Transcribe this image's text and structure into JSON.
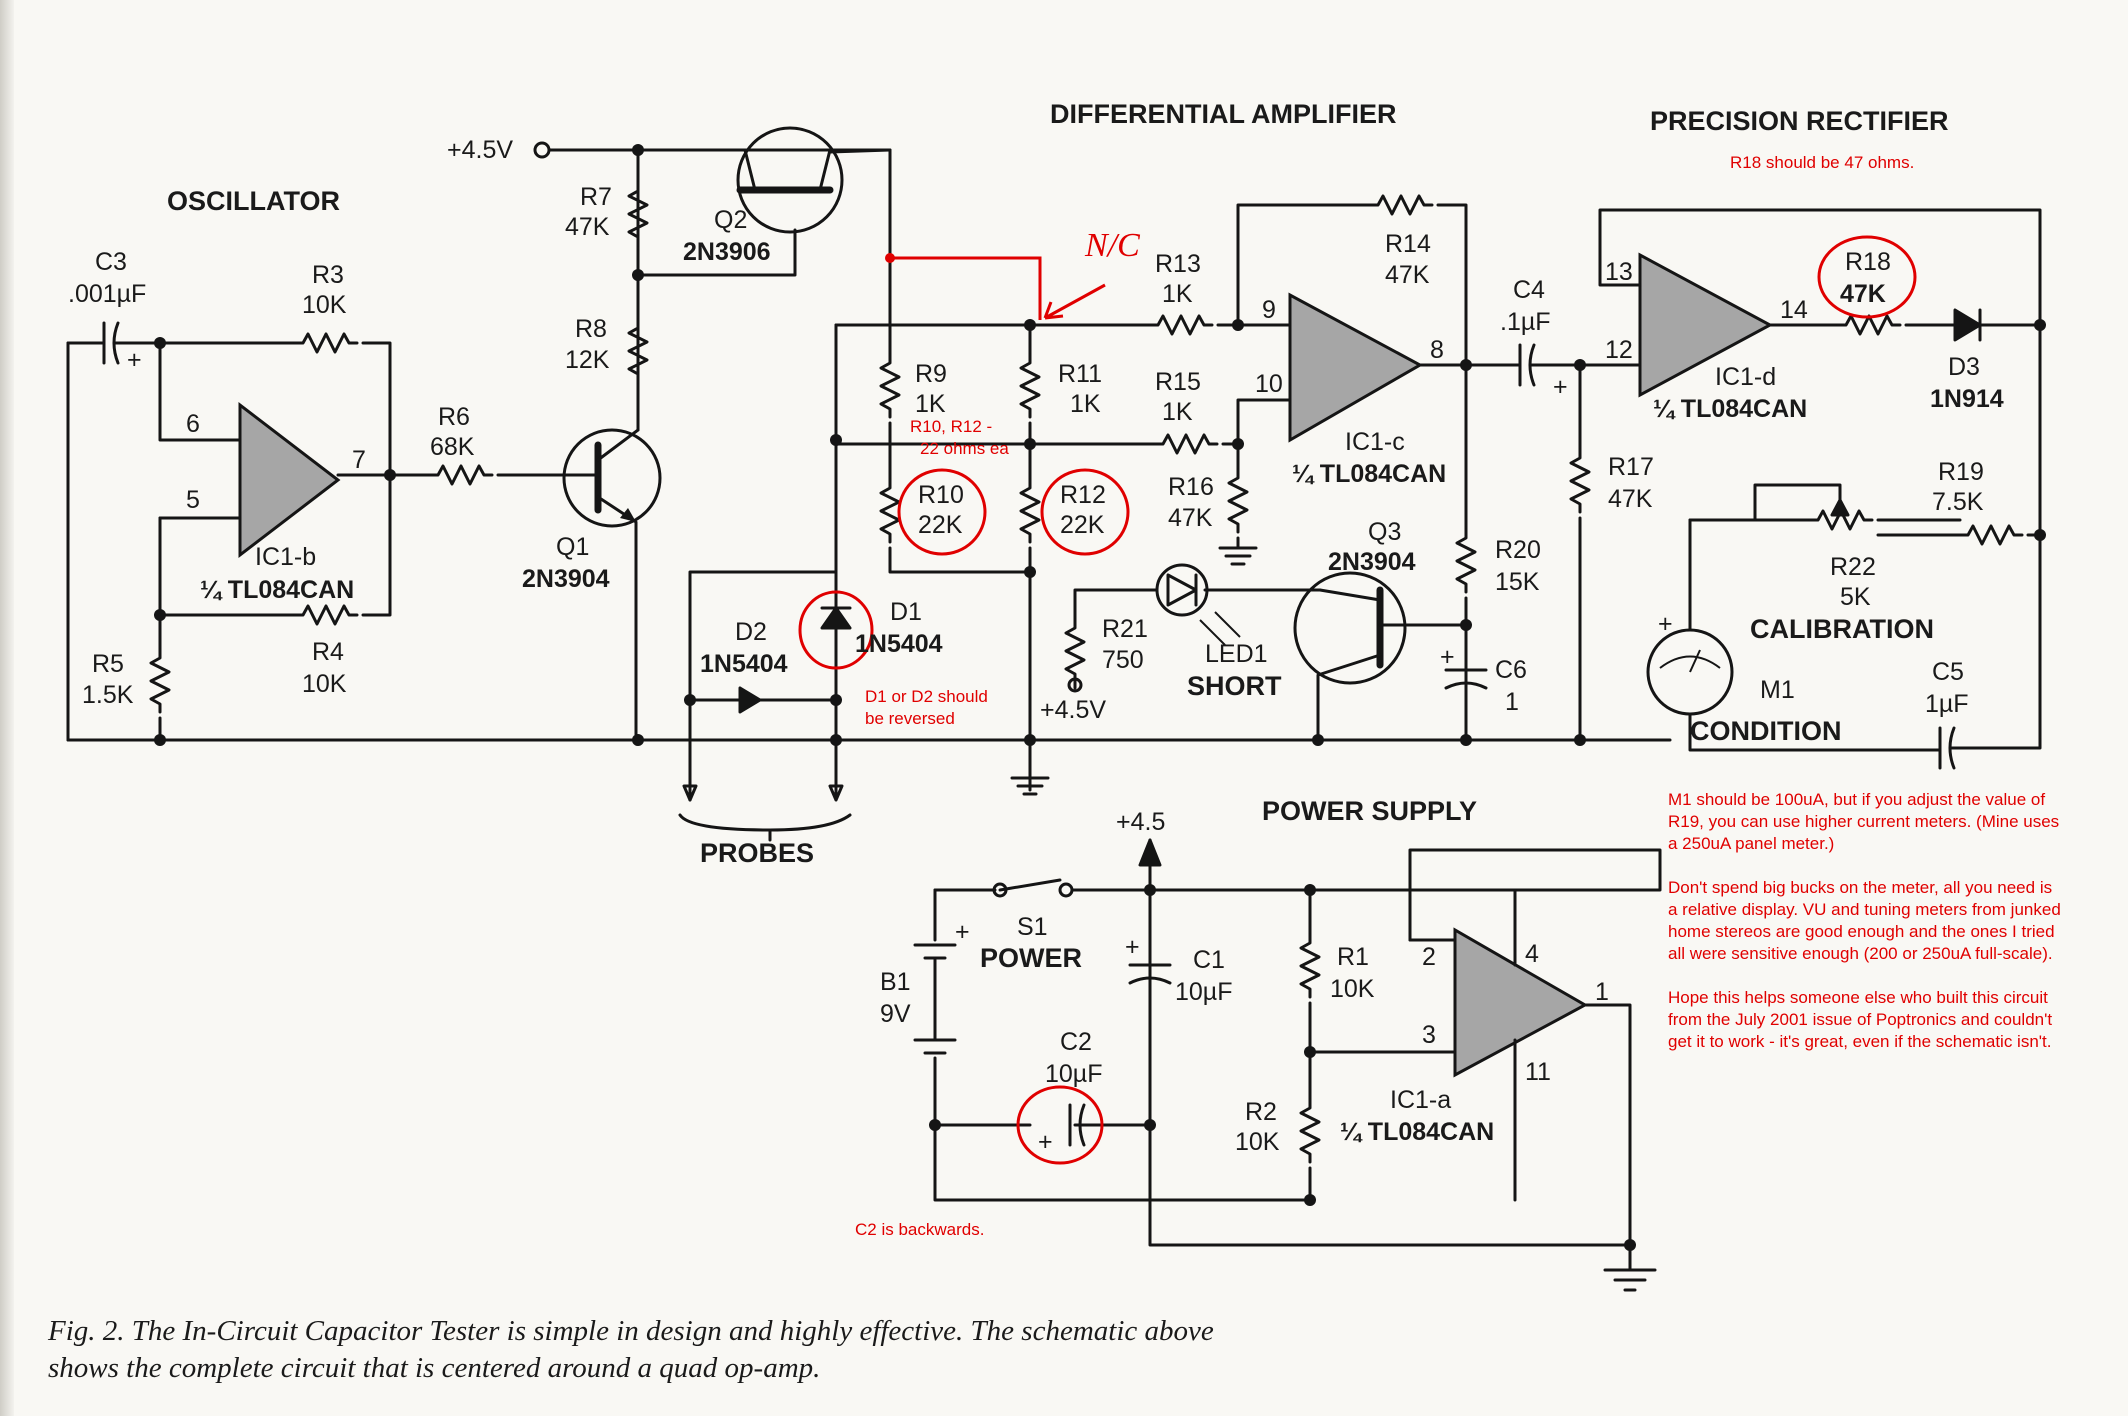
{
  "sections": {
    "oscillator": "OSCILLATOR",
    "diff_amp": "DIFFERENTIAL AMPLIFIER",
    "rectifier": "PRECISION RECTIFIER",
    "power": "POWER SUPPLY",
    "probes": "PROBES",
    "calibration": "CALIBRATION",
    "condition": "CONDITION"
  },
  "supply": {
    "v45": "+4.5V",
    "v45b": "+4.5V",
    "v45_top": "+4.5"
  },
  "parts": {
    "C3": "C3",
    "C3v": ".001µF",
    "R3": "R3",
    "R3v": "10K",
    "R4": "R4",
    "R4v": "10K",
    "R5": "R5",
    "R5v": "1.5K",
    "R6": "R6",
    "R6v": "68K",
    "R7": "R7",
    "R7v": "47K",
    "R8": "R8",
    "R8v": "12K",
    "Q1": "Q1",
    "Q1v": "2N3904",
    "Q2": "Q2",
    "Q2v": "2N3906",
    "Q3": "Q3",
    "Q3v": "2N3904",
    "ICb": "IC1-b",
    "ICc": "IC1-c",
    "ICd": "IC1-d",
    "ICa": "IC1-a",
    "tl084": "¼ TL084CAN",
    "R9": "R9",
    "R9v": "1K",
    "R10": "R10",
    "R10v": "22K",
    "R11": "R11",
    "R11v": "1K",
    "R12": "R12",
    "R12v": "22K",
    "R13": "R13",
    "R13v": "1K",
    "R14": "R14",
    "R14v": "47K",
    "R15": "R15",
    "R15v": "1K",
    "R16": "R16",
    "R16v": "47K",
    "R17": "R17",
    "R17v": "47K",
    "R18": "R18",
    "R18v": "47K",
    "R19": "R19",
    "R19v": "7.5K",
    "R20": "R20",
    "R20v": "15K",
    "R21": "R21",
    "R21v": "750",
    "R22": "R22",
    "R22v": "5K",
    "R1": "R1",
    "R1v": "10K",
    "R2": "R2",
    "R2v": "10K",
    "C4": "C4",
    "C4v": ".1µF",
    "C5": "C5",
    "C5v": "1µF",
    "C6": "C6",
    "C6v": "1",
    "C1": "C1",
    "C1v": "10µF",
    "C2": "C2",
    "C2v": "10µF",
    "D1": "D1",
    "D1v": "1N5404",
    "D2": "D2",
    "D2v": "1N5404",
    "D3": "D3",
    "D3v": "1N914",
    "LED1": "LED1",
    "LED1v": "SHORT",
    "M1": "M1",
    "B1": "B1",
    "B1v": "9V",
    "S1": "S1",
    "S1v": "POWER"
  },
  "pins": {
    "p6": "6",
    "p5": "5",
    "p7": "7",
    "p9": "9",
    "p10": "10",
    "p8": "8",
    "p13": "13",
    "p12": "12",
    "p14": "14",
    "p2": "2",
    "p3": "3",
    "p4": "4",
    "p1": "1",
    "p11": "11",
    "plus": "+"
  },
  "notes": {
    "nc": "N/C",
    "r18": "R18 should be 47 ohms.",
    "r10r12_a": "R10, R12 -",
    "r10r12_b": "22 ohms ea",
    "d1d2_a": "D1 or D2 should",
    "d1d2_b": "be reversed",
    "c2": "C2 is backwards.",
    "m1": [
      "M1 should be 100uA, but if you adjust the value of",
      "R19, you can use higher current meters. (Mine uses",
      "a 250uA panel meter.)",
      "",
      "Don't spend big bucks on the meter, all you need is",
      "a relative display. VU and tuning meters from junked",
      "home stereos are good enough and the ones I tried",
      "all were sensitive enough (200 or 250uA full-scale).",
      "",
      "Hope this helps someone else who built this circuit",
      "from the July 2001 issue of Poptronics and couldn't",
      "get it to work - it's great, even if the schematic isn't."
    ]
  },
  "caption": {
    "line1": "Fig. 2. The In-Circuit Capacitor Tester is simple in design and highly effective. The schematic above",
    "line2": "shows the complete circuit that is centered around a quad op-amp."
  },
  "colors": {
    "annotation": "#e00000",
    "opamp_fill": "#a6a6a6",
    "ink": "#151515"
  }
}
